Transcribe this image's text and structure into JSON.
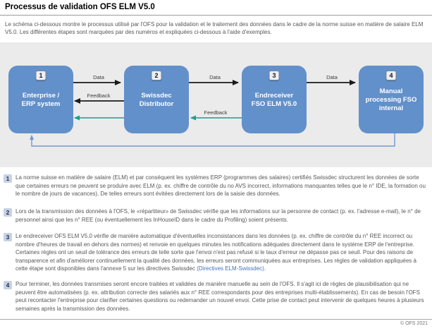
{
  "page": {
    "title": "Processus de validation OFS ELM V5.0",
    "intro": "Le schéma ci-dessous montre le processus utilisé par l'OFS pour la validation et le traitement des données dans le cadre de la norme suisse en matière de salaire ELM V5.0. Les différentes étapes sont marquées par des numéros et expliquées ci-dessous à l'aide d'exemples.",
    "copyright": "© OFS 2021"
  },
  "diagram": {
    "nodes": [
      {
        "number": "1",
        "label": "Enterprise /\nERP system"
      },
      {
        "number": "2",
        "label": "Swissdec\nDistributor"
      },
      {
        "number": "3",
        "label": "Endreceiver\nFSO ELM V5.0"
      },
      {
        "number": "4",
        "label": "Manual\nprocessing FSO\ninternal"
      }
    ],
    "arrows": [
      {
        "from": "1",
        "to": "2",
        "label": "Data",
        "type": "data"
      },
      {
        "from": "2",
        "to": "3",
        "label": "Data",
        "type": "data"
      },
      {
        "from": "3",
        "to": "4",
        "label": "Data",
        "type": "data"
      },
      {
        "from": "2",
        "to": "1",
        "label": "Feedback",
        "type": "feedback-black"
      },
      {
        "from": "3",
        "to": "2",
        "label": "Feedback",
        "type": "feedback-teal"
      },
      {
        "from": "2",
        "to": "1",
        "label": "",
        "type": "feedback-teal"
      },
      {
        "from": "4",
        "to": "1",
        "label": "",
        "type": "loop-blue"
      }
    ],
    "colors": {
      "node_fill": "#6290ca",
      "diagram_background": "#ebebeb",
      "data_arrow": "#1a1a1a",
      "feedback_teal_arrow": "#14a08f",
      "loop_blue_arrow": "#7097d3",
      "link_blue": "#3f72bf"
    }
  },
  "steps": [
    {
      "number": "1",
      "text": "La norme suisse en matière de salaire (ELM) et par conséquent les systèmes ERP (programmes des salaires) certifiés Swissdec structurent les données de sorte que certaines erreurs ne peuvent se produire avec ELM (p. ex. chiffre de contrôle du no AVS incorrect, informations manquantes telles que le n° IDE, la formation ou le nombre de jours de vacances). De telles erreurs sont évitées directement lors de la saisie des données."
    },
    {
      "number": "2",
      "text": "Lors de la transmission des données à l'OFS, le «répartiteur» de Swissdec vérifie que les informations sur la personne de contact (p. ex. l'adresse e-mail), le n° de personnel ainsi que les n° REE (ou éventuellement les InHouseID dans le cadre du Profiling) soient présents."
    },
    {
      "number": "3",
      "text": "Le endreceiver OFS ELM V5.0 vérifie de manière automatique d'éventuelles inconsistances dans les données (p. ex. chiffre de contrôle du n° REE incorrect ou nombre d'heures de travail en dehors des normes) et renvoie en quelques minutes les notifications adéquates directement dans le système ERP de l'entreprise. Certaines règles ont un seuil de tolérance des erreurs de telle sorte que l'envoi n'est pas refusé si le taux d'erreur ne dépasse pas ce seuil. Pour des raisons de transparence et afin d'améliorer continuellement la qualité des données, les erreurs seront communiquées aux entreprises. Les règles de validation appliquées à cette étape sont disponibles dans l'annexe 5 sur les directives Swissdec ",
      "link_text": "(Directives ELM-Swissdec)",
      "text_after": "."
    },
    {
      "number": "4",
      "text": "Pour terminer, les données transmises seront encore traitées et validées de manière manuelle au sein de l'OFS. Il s'agit ici de règles de plausibilisation qui ne peuvent être automatisées (p. ex. attribution correcte des salariés aux n° REE correspondants pour des entreprises multi-établissements). En cas de besoin l'OFS peut recontacter l'entreprise pour clarifier certaines questions ou redemander un nouvel envoi. Cette prise de contact peut intervenir de quelques heures à plusieurs semaines après la transmission des données."
    }
  ]
}
